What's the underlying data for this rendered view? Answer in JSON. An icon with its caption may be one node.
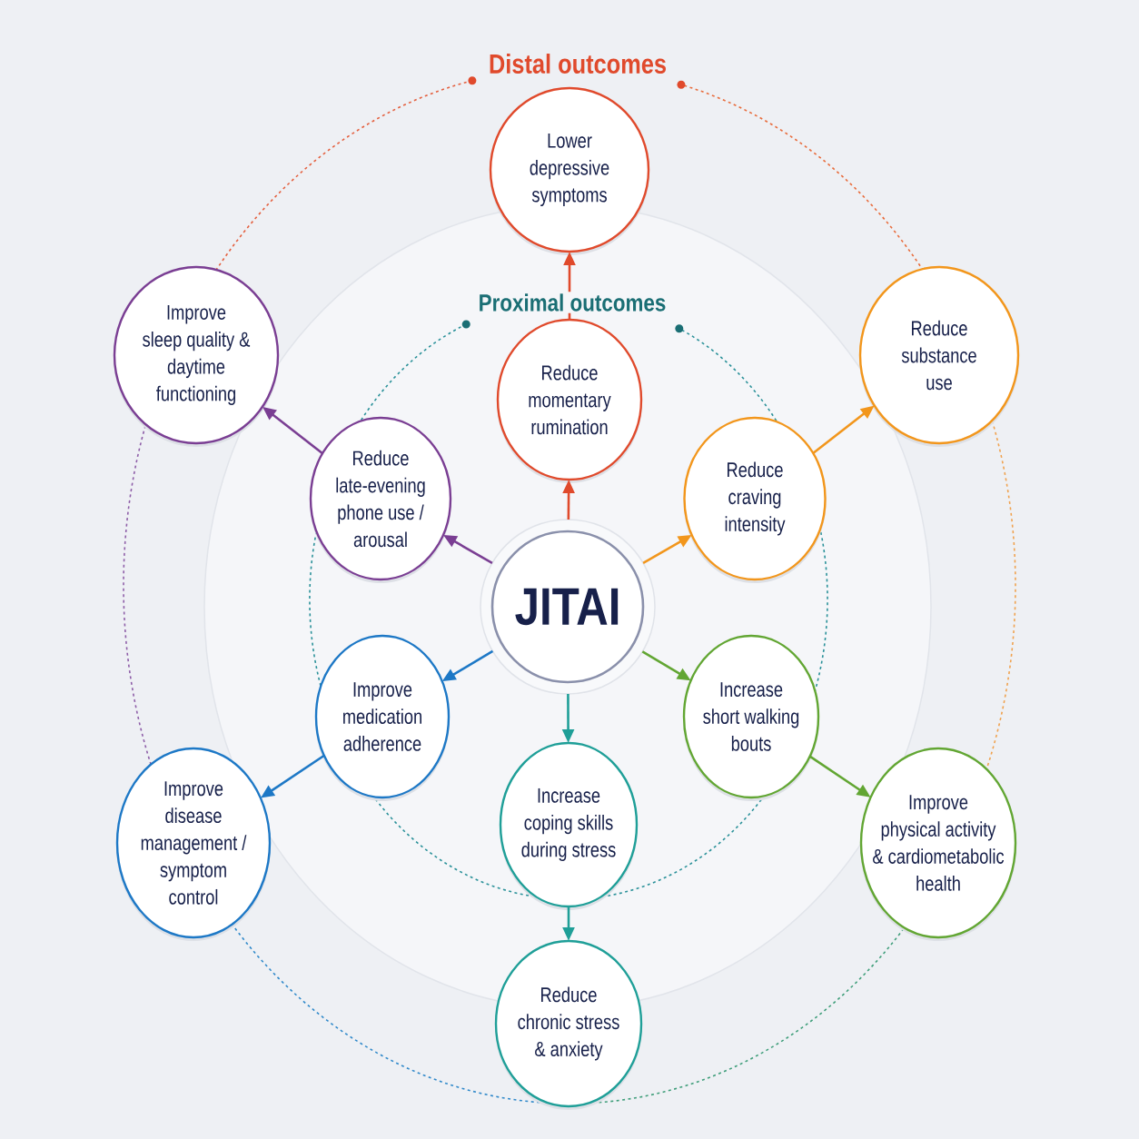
{
  "diagram": {
    "nodes": [
      {
        "text": [
          "JITAI"
        ]
      },
      {
        "text": [
          "Reduce momentary rumination"
        ]
      },
      {
        "text": [
          "Reduce craving intensity"
        ]
      },
      {
        "text": [
          "Increase short walking bouts"
        ]
      },
      {
        "text": [
          "Increase coping skills during stress"
        ]
      },
      {
        "text": [
          "Improve medication adherence"
        ]
      },
      {
        "text": [
          "Reduce late-evening phone use / arousal"
        ]
      },
      {
        "text": [
          "Lower depressive symptoms"
        ]
      },
      {
        "text": [
          "Reduce substance use"
        ]
      },
      {
        "text": [
          "Improve physical activity & cardiometabolic health"
        ]
      },
      {
        "text": [
          "Reduce chronic stress & anxiety"
        ]
      },
      {
        "text": [
          "Improve disease management / symptom control"
        ]
      },
      {
        "text": [
          "Improve sleep quality & daytime functioning"
        ]
      }
    ],
    "edges": [
      {
        "from": 0,
        "to": 1,
        "arrow": "to",
        "color": "#e04a2c"
      },
      {
        "from": 1,
        "to": 7,
        "arrow": "to",
        "color": "#e04a2c"
      },
      {
        "from": 0,
        "to": 2,
        "arrow": "to",
        "color": "#f2961c"
      },
      {
        "from": 2,
        "to": 8,
        "arrow": "to",
        "color": "#f2961c"
      },
      {
        "from": 0,
        "to": 3,
        "arrow": "to",
        "color": "#62a633"
      },
      {
        "from": 3,
        "to": 9,
        "arrow": "to",
        "color": "#62a633"
      },
      {
        "from": 0,
        "to": 4,
        "arrow": "to",
        "color": "#1f9f98"
      },
      {
        "from": 4,
        "to": 10,
        "arrow": "to",
        "color": "#1f9f98"
      },
      {
        "from": 0,
        "to": 5,
        "arrow": "to",
        "color": "#1d78c6"
      },
      {
        "from": 5,
        "to": 11,
        "arrow": "to",
        "color": "#1d78c6"
      },
      {
        "from": 0,
        "to": 6,
        "arrow": "to",
        "color": "#7a3e93"
      },
      {
        "from": 6,
        "to": 12,
        "arrow": "to",
        "color": "#7a3e93"
      }
    ],
    "labels": [
      "Distal outcomes",
      "Proximal outcomes"
    ]
  }
}
